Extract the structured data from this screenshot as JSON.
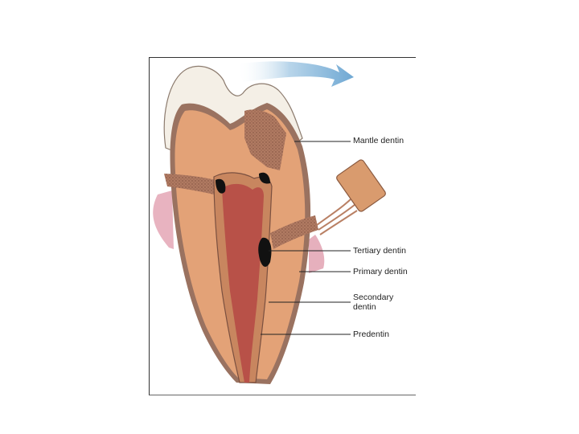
{
  "labels": {
    "mantle": "Mantle dentin",
    "tertiary": "Tertiary dentin",
    "primary": "Primary dentin",
    "secondary": "Secondary\ndentin",
    "predentin": "Predentin"
  },
  "colors": {
    "enamel": "#f4efe6",
    "gum": "#e8b3c0",
    "primary_dentin": "#e3a277",
    "mantle_dentin": "#b9826a",
    "secondary_dentin": "#c8865f",
    "predentin": "#b07a66",
    "pulp": "#b85148",
    "tertiary_dentin": "#111111",
    "stimulus_block": "#d99b6e",
    "arrow": "#7ab2d8"
  }
}
